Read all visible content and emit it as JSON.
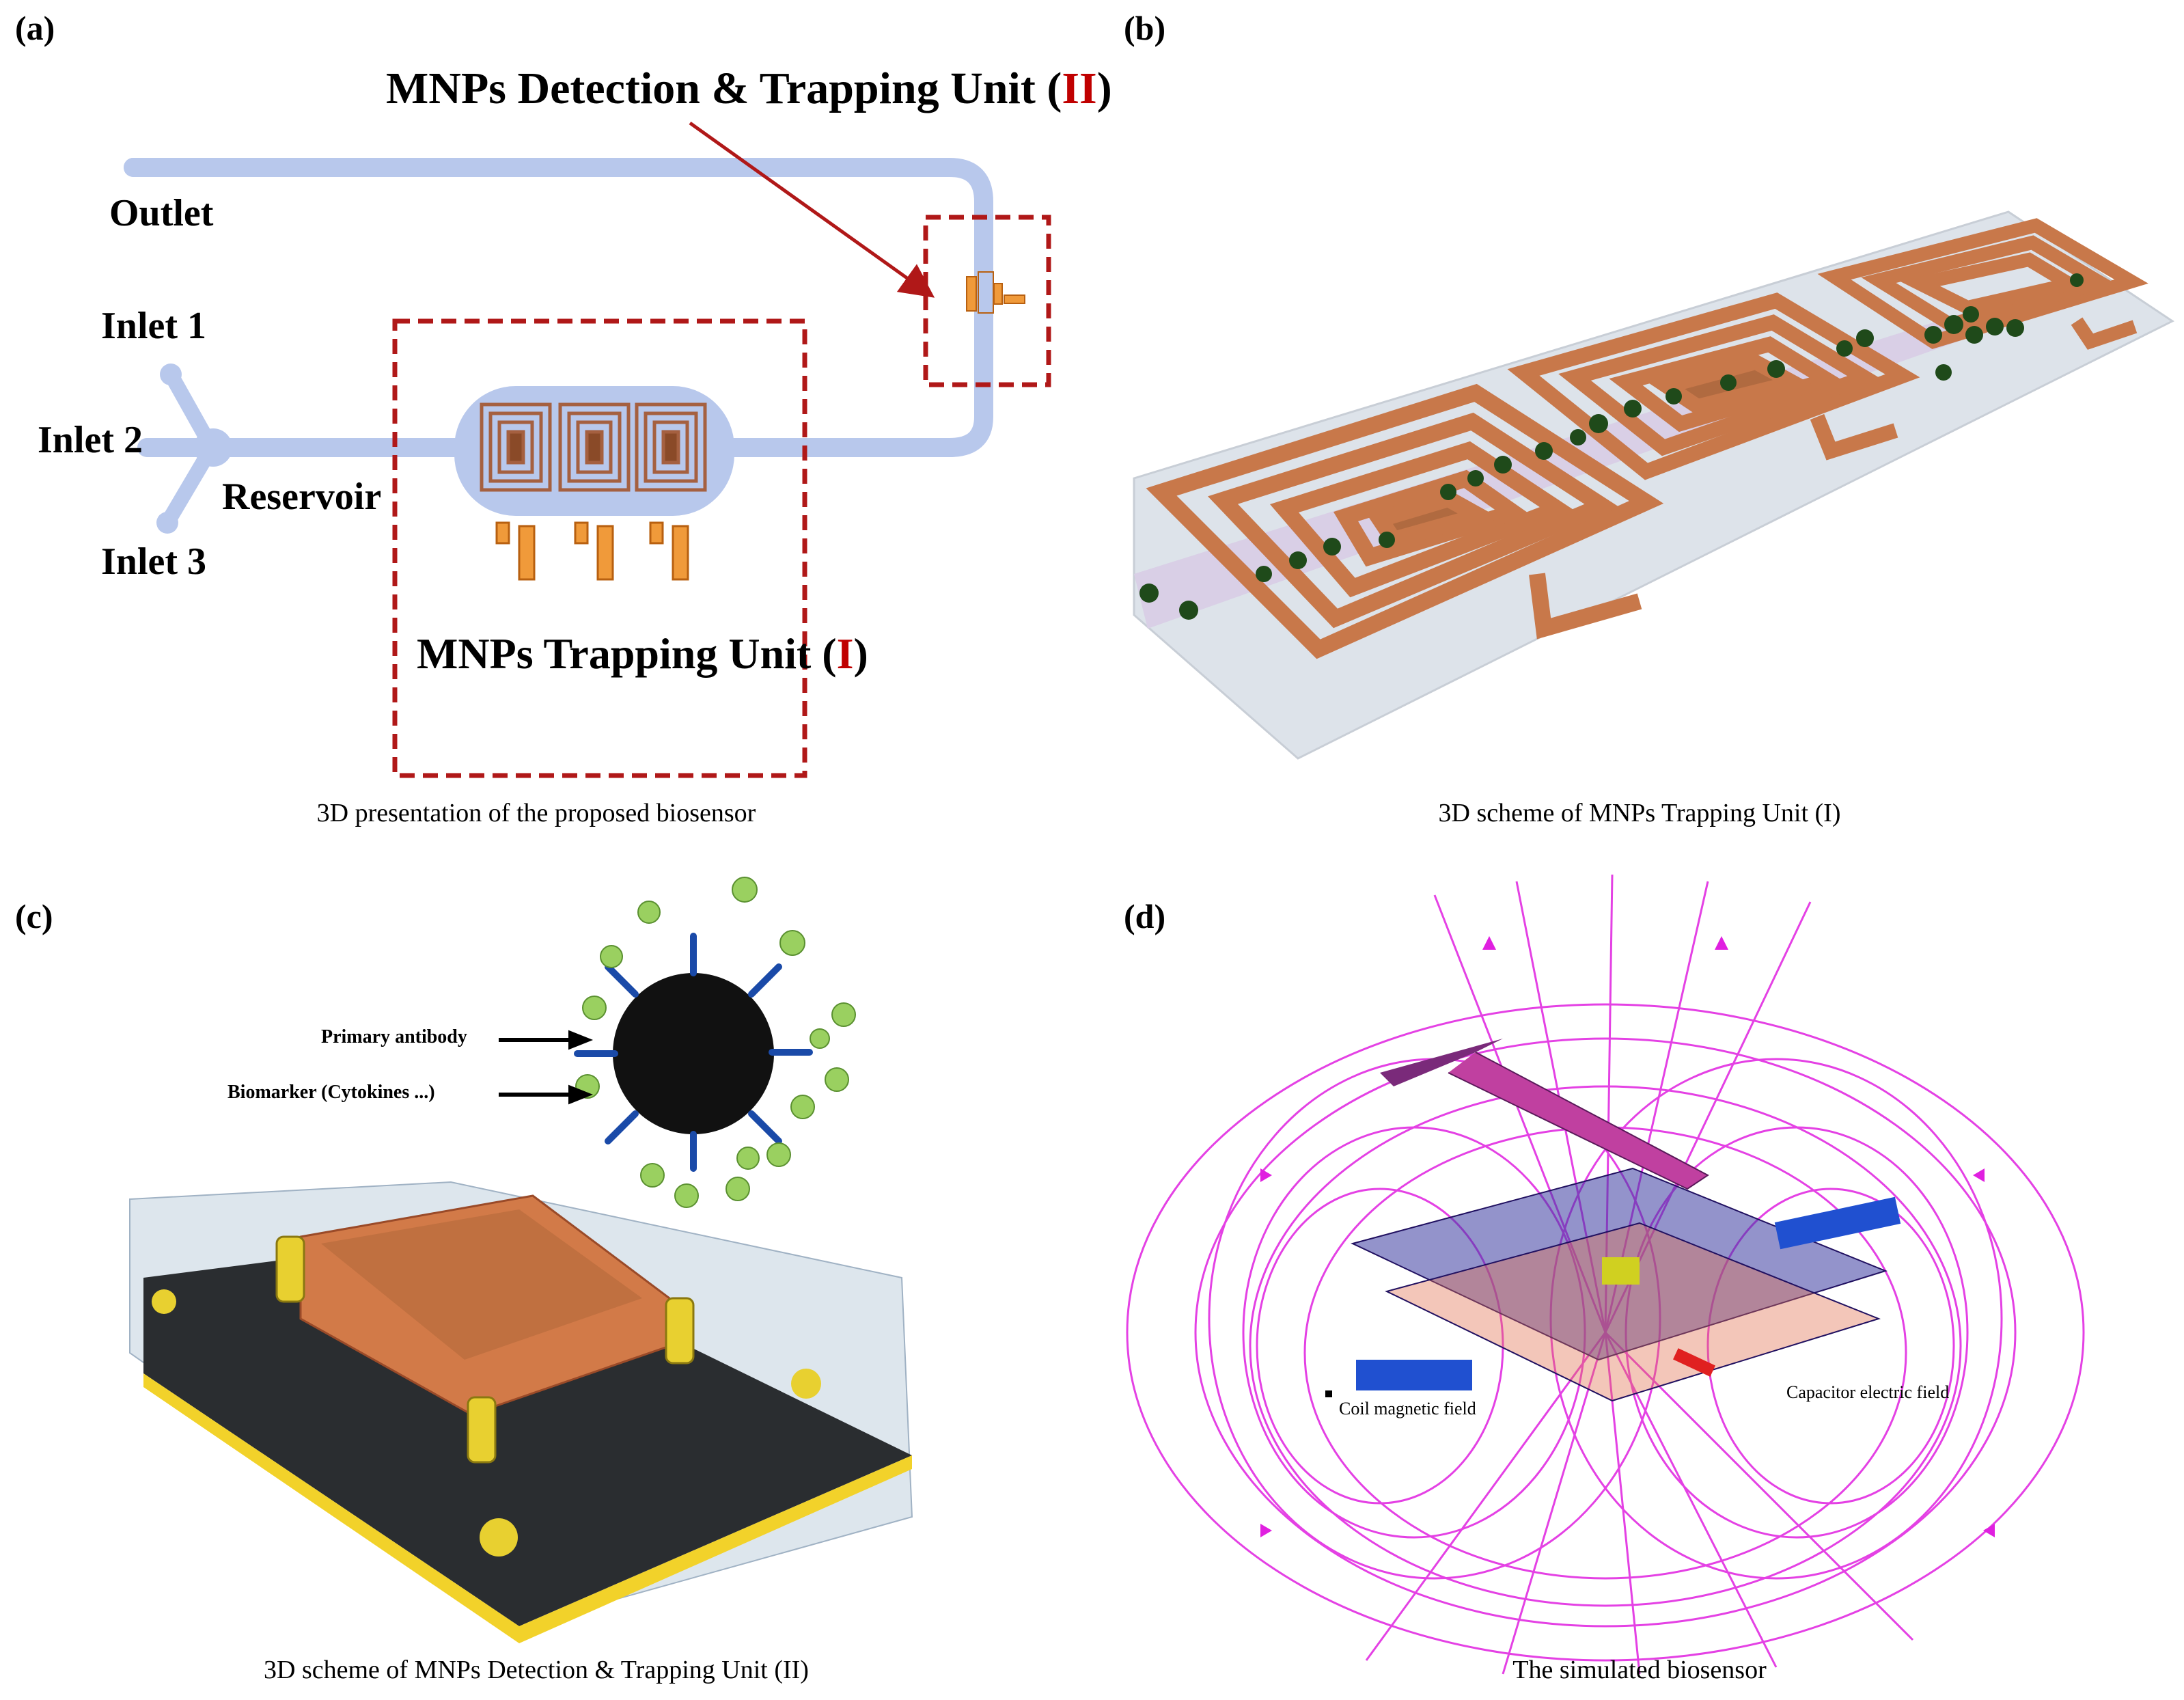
{
  "panel_a": {
    "label": "(a)",
    "detection_unit_title": "MNPs Detection  & Trapping Unit (",
    "detection_unit_numeral": "II",
    "detection_unit_close": ")",
    "trapping_unit_title": "MNPs Trapping Unit (",
    "trapping_unit_numeral": "I",
    "trapping_unit_close": ")",
    "outlet": "Outlet",
    "inlet1": "Inlet 1",
    "inlet2": "Inlet 2",
    "inlet3": "Inlet 3",
    "reservoir": "Reservoir",
    "caption": "3D presentation of the proposed biosensor"
  },
  "panel_b": {
    "label": "(b)",
    "caption": "3D scheme of MNPs Trapping Unit (I)"
  },
  "panel_c": {
    "label": "(c)",
    "primary_antibody": "Primary antibody",
    "biomarker": "Biomarker (Cytokines ...)",
    "caption": "3D scheme of MNPs Detection  & Trapping Unit (II)"
  },
  "panel_d": {
    "label": "(d)",
    "capacitor_field": "Capacitor electric field",
    "coil_field": "Coil magnetic field",
    "caption": "The simulated biosensor"
  },
  "colors": {
    "channel": "#b8c8ec",
    "dashed_box": "#b01818",
    "copper": "#c8784a",
    "field_lines": "#e020e0",
    "numeral_red": "#c00000"
  }
}
